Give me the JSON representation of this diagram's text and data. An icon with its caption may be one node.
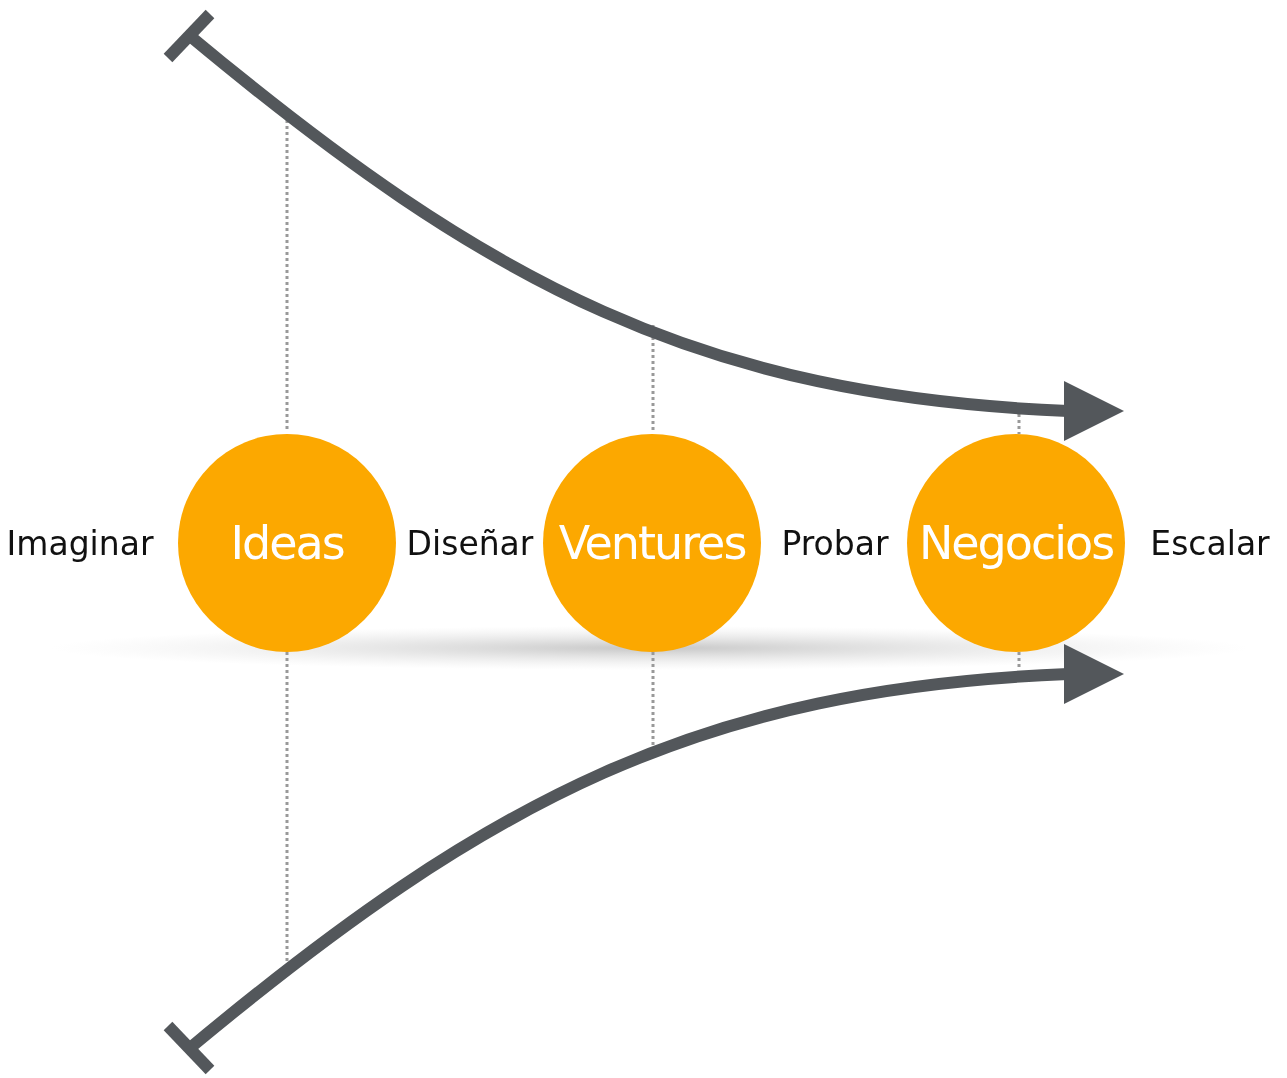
{
  "diagram": {
    "nodes": [
      {
        "text": [
          "Ideas"
        ]
      },
      {
        "text": [
          "Ventures"
        ]
      },
      {
        "text": [
          "Negocios"
        ]
      }
    ],
    "labels": [
      "Imaginar",
      "Diseñar",
      "Probar",
      "Escalar"
    ]
  }
}
